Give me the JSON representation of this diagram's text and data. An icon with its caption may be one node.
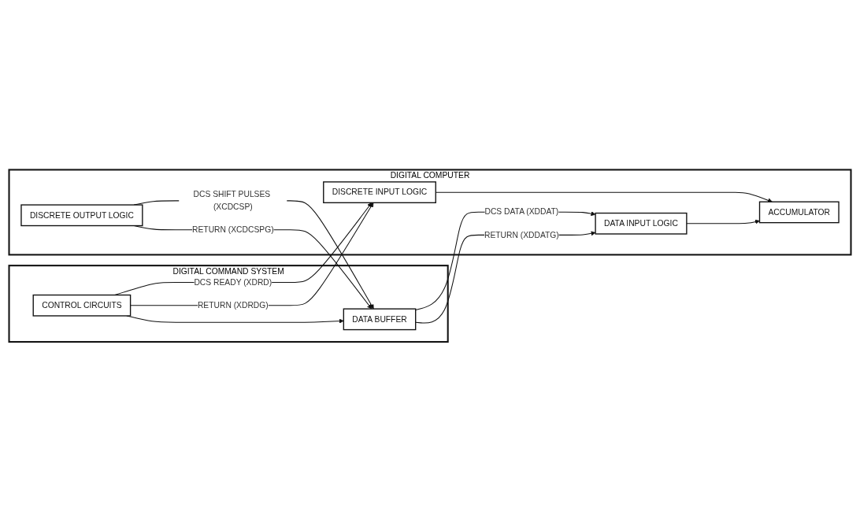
{
  "diagram": {
    "nodes": [
      {
        "text": [
          "DIGITAL COMMAND SYSTEM"
        ]
      },
      {
        "text": [
          "CONTROL CIRCUITS"
        ],
        "in": 0
      },
      {
        "text": [
          "DATA BUFFER"
        ],
        "in": 0
      },
      {
        "text": [
          "DIGITAL COMPUTER"
        ]
      },
      {
        "text": [
          "DISCRETE INPUT LOGIC"
        ],
        "in": 3
      },
      {
        "text": [
          "ACCUMULATOR"
        ],
        "in": 3
      },
      {
        "text": [
          "DATA INPUT LOGIC"
        ],
        "in": 3
      },
      {
        "text": [
          "DISCRETE OUTPUT LOGIC"
        ],
        "in": 3
      }
    ],
    "edges": [
      {
        "from": 1,
        "to": 4,
        "arrow": "to",
        "label": "DCS READY (XDRD)"
      },
      {
        "from": 1,
        "to": 4,
        "arrow": "to",
        "label": "RETURN (XDRDG)"
      },
      {
        "from": 1,
        "to": 2,
        "arrow": "to"
      },
      {
        "from": 4,
        "to": 5,
        "arrow": "to"
      },
      {
        "from": 6,
        "to": 5,
        "arrow": "to"
      },
      {
        "from": 2,
        "to": 6,
        "arrow": "to",
        "label": "DCS DATA (XDDAT)"
      },
      {
        "from": 2,
        "to": 6,
        "arrow": "to",
        "label": "RETURN (XDDATG)"
      },
      {
        "from": 7,
        "to": 2,
        "arrow": "to",
        "label": "DCS SHIFT PULSES (XCDCSP)"
      },
      {
        "from": 7,
        "to": 2,
        "arrow": "to",
        "label": "RETURN (XCDCSPG)"
      }
    ]
  }
}
